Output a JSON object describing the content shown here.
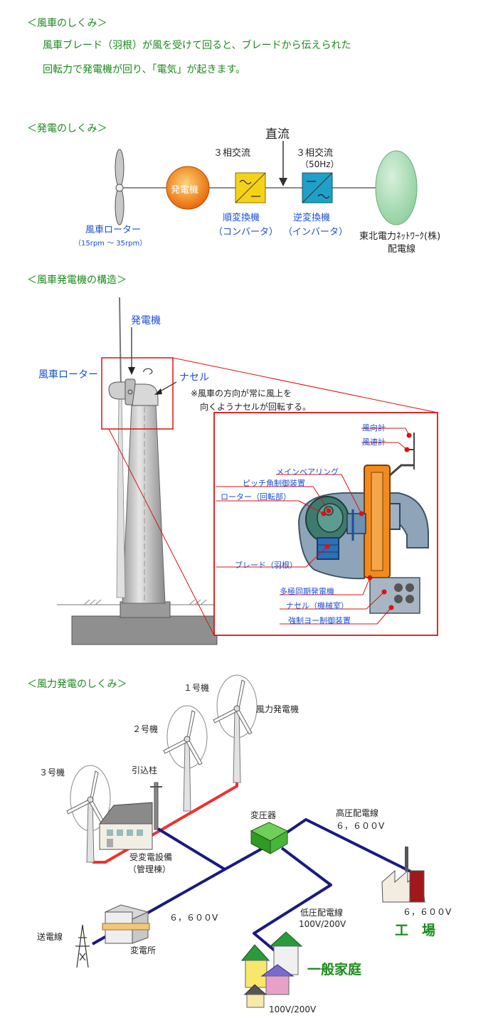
{
  "section1": {
    "heading": "＜風車のしくみ＞",
    "line1": "風車ブレード（羽根）が風を受けて回ると、ブレードから伝えられた",
    "line2": "回転力で発電機が回り、「電気」が起きます。"
  },
  "section2": {
    "heading": "＜発電のしくみ＞",
    "dc": "直流",
    "ac3_left": "３相交流",
    "ac3_right": "３相交流",
    "hz": "（50Hz）",
    "generator": "発電機",
    "converter": "順変換機",
    "converter_sub": "（コンバータ）",
    "inverter": "逆変換機",
    "inverter_sub": "（インバータ）",
    "rotor": "風車ローター",
    "rotor_rpm": "（15rpm ～ 35rpm）",
    "grid": "東北電力ﾈｯﾄﾜｰｸ(株)",
    "grid_sub": "配電線",
    "colors": {
      "generator": "#f07b10",
      "converter": "#f5d21a",
      "inverter": "#1fa0c8",
      "grid": "#a8dcb4"
    }
  },
  "section3": {
    "heading": "＜風車発電機の構造＞",
    "generator": "発電機",
    "rotor": "風車ローター",
    "nacelle": "ナセル",
    "note1": "※風車の方向が常に風上を",
    "note2": "向くようナセルが回転する。",
    "wind_vane": "風向計",
    "anemometer": "風速計",
    "main_bearing": "メインベアリング",
    "pitch": "ピッチ角制御装置",
    "rotor_part": "ローター（回転部）",
    "blade": "ブレード（羽根）",
    "multipole": "多極同期発電機",
    "nacelle_room": "ナセル（機械室）",
    "yaw": "強制ヨー制御装置"
  },
  "section4": {
    "heading": "＜風力発電のしくみ＞",
    "unit1": "１号機",
    "unit2": "２号機",
    "unit3": "３号機",
    "wind_gen": "風力発電機",
    "lead_pole": "引込柱",
    "substation_bldg1": "受変電設備",
    "substation_bldg2": "（管理棟）",
    "transformer": "変圧器",
    "hv_line1": "高圧配電線",
    "hv_line2": "６，６００V",
    "voltage_left": "６，６００V",
    "voltage_factory": "６，６００V",
    "factory": "工　場",
    "lv_line1": "低圧配電線",
    "lv_line2": "100V/200V",
    "home": "一般家庭",
    "home_voltage": "100V/200V",
    "transmission": "送電線",
    "substation": "変電所"
  }
}
